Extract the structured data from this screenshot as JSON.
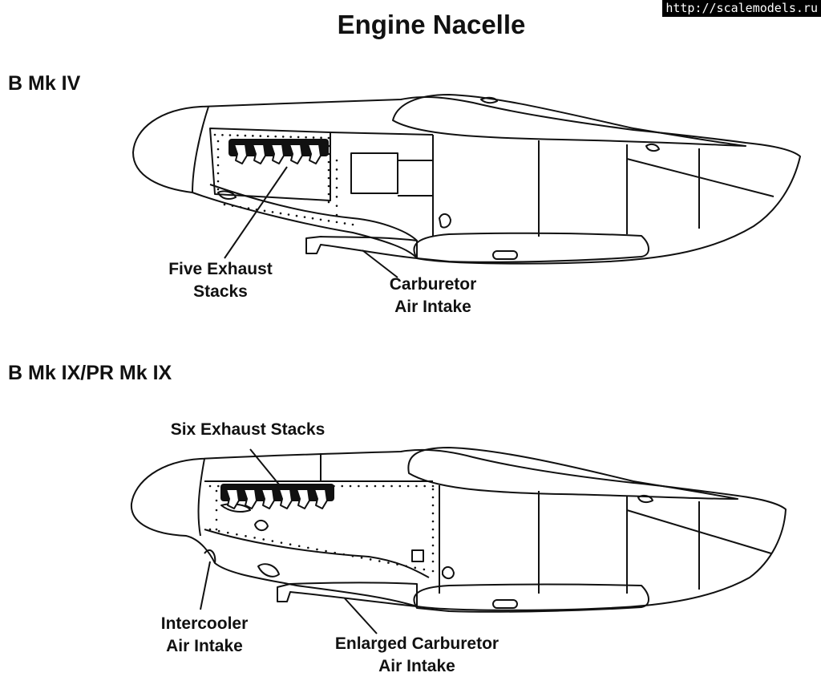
{
  "title": "Engine Nacelle",
  "watermark": "http://scalemodels.ru",
  "variants": [
    {
      "name": "B Mk IV",
      "callouts": [
        {
          "line1": "Five Exhaust",
          "line2": "Stacks"
        },
        {
          "line1": "Carburetor",
          "line2": "Air Intake"
        }
      ]
    },
    {
      "name": "B Mk IX/PR Mk IX",
      "callouts": [
        {
          "line1": "Six Exhaust Stacks",
          "line2": ""
        },
        {
          "line1": "Intercooler",
          "line2": "Air Intake"
        },
        {
          "line1": "Enlarged Carburetor",
          "line2": "Air Intake"
        }
      ]
    }
  ],
  "exhaust_counts": [
    5,
    6
  ]
}
